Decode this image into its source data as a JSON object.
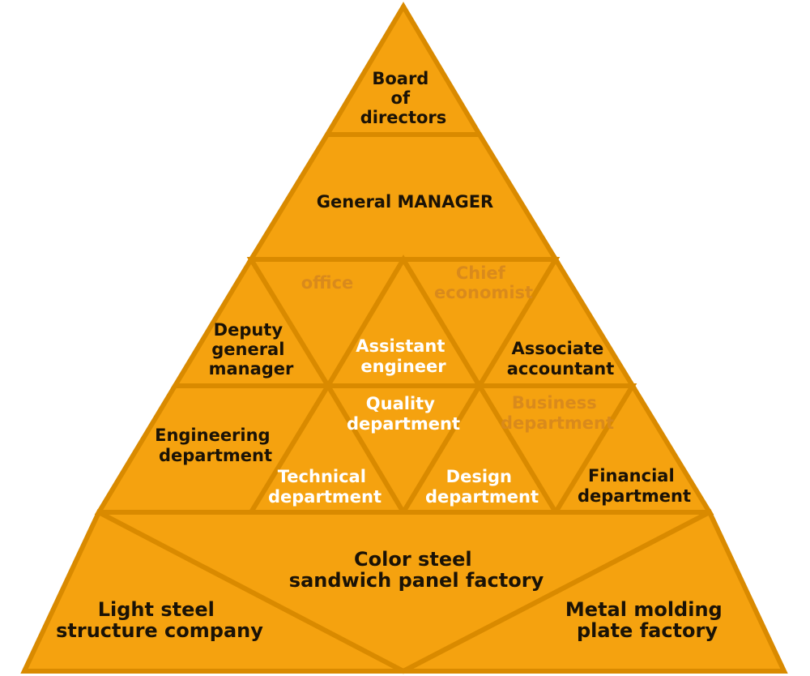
{
  "colors": {
    "fill": "#F5A20F",
    "stroke": "#D98A00",
    "dark_text": "#1a1206",
    "light_text": "#ffffff",
    "muted_text": "#D98A1C"
  },
  "pyramid": {
    "board": [
      "Board",
      "of",
      "directors"
    ],
    "general_manager": [
      "General MANAGER"
    ],
    "office": [
      "office"
    ],
    "chief_economist": [
      "Chief",
      "economist"
    ],
    "deputy_gm": [
      "Deputy",
      "general",
      "manager"
    ],
    "assistant_engineer": [
      "Assistant",
      "engineer"
    ],
    "associate_accountant": [
      "Associate",
      "accountant"
    ],
    "engineering_dept": [
      "Engineering",
      "department"
    ],
    "quality_dept": [
      "Quality",
      "department"
    ],
    "business_dept": [
      "Business",
      "department"
    ],
    "technical_dept": [
      "Technical",
      "department"
    ],
    "design_dept": [
      "Design",
      "department"
    ],
    "financial_dept": [
      "Financial",
      "department"
    ],
    "color_steel": [
      "Color steel",
      "sandwich panel factory"
    ],
    "light_steel": [
      "Light steel",
      "structure company"
    ],
    "metal_molding": [
      "Metal molding",
      "plate factory"
    ]
  }
}
